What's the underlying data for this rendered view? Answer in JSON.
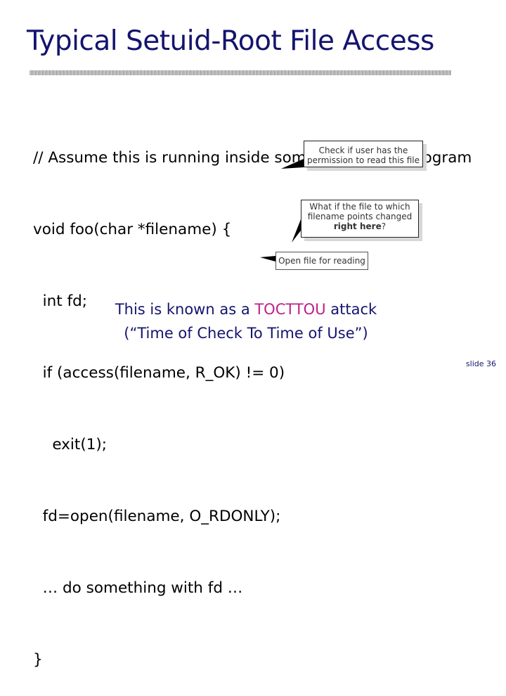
{
  "title": "Typical Setuid-Root File Access",
  "code_lines": [
    "// Assume this is running inside some setuid-root program",
    "void foo(char *filename) {",
    "  int fd;",
    "  if (access(filename, R_OK) != 0)",
    "    exit(1);",
    "  fd=open(filename, O_RDONLY);",
    "  … do something with fd …",
    "}"
  ],
  "callouts": {
    "check": "Check if user has the permission to read this file",
    "what_if_prefix": "What if the file to which filename points changed",
    "what_if_bold": "right here",
    "what_if_suffix": "?",
    "open": "Open file for reading"
  },
  "note": {
    "line1_prefix": "This is known as a ",
    "line1_accent": "TOCTTOU",
    "line1_suffix": " attack",
    "line2": "(“Time of Check To Time of Use”)"
  },
  "slide_number": "slide 36",
  "colors": {
    "title": "#14146e",
    "accent": "#c0208a"
  }
}
